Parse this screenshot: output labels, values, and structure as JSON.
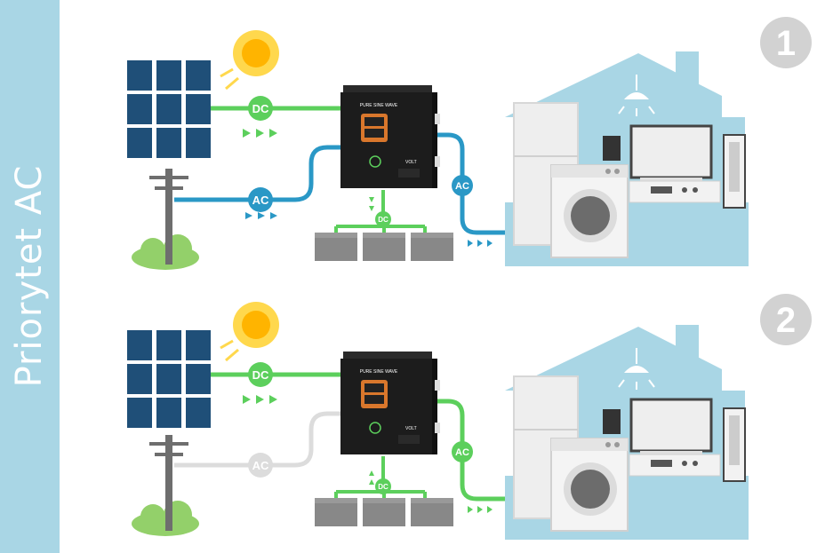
{
  "sidebar": {
    "title": "Priorytet AC"
  },
  "colors": {
    "sidebar": "#a9d6e5",
    "dc_line": "#5ccf5c",
    "ac_line": "#2a98c6",
    "inactive_line": "#dcdcdc",
    "house": "#a9d6e5",
    "panel": "#1f4f78",
    "inverter": "#1c1c1c",
    "step_badge": "#d2d2d2"
  },
  "panels": [
    {
      "step": "1",
      "dc_label": "DC",
      "ac_in_label": "AC",
      "battery_label": "DC",
      "ac_out_label": "AC",
      "ac_in_state": "active",
      "ac_out_color": "ac"
    },
    {
      "step": "2",
      "dc_label": "DC",
      "ac_in_label": "AC",
      "battery_label": "DC",
      "ac_out_label": "AC",
      "ac_in_state": "inactive",
      "ac_out_color": "dc"
    }
  ],
  "inverter": {
    "brand": "PURE SINE WAVE",
    "logo": "VOLT"
  },
  "icons": [
    "solar-panel-icon",
    "sun-icon",
    "utility-pole-icon",
    "inverter-icon",
    "battery-icon",
    "house-icon",
    "lamp-icon",
    "fridge-icon",
    "washing-machine-icon",
    "tv-icon",
    "speaker-icon",
    "stereo-icon"
  ]
}
